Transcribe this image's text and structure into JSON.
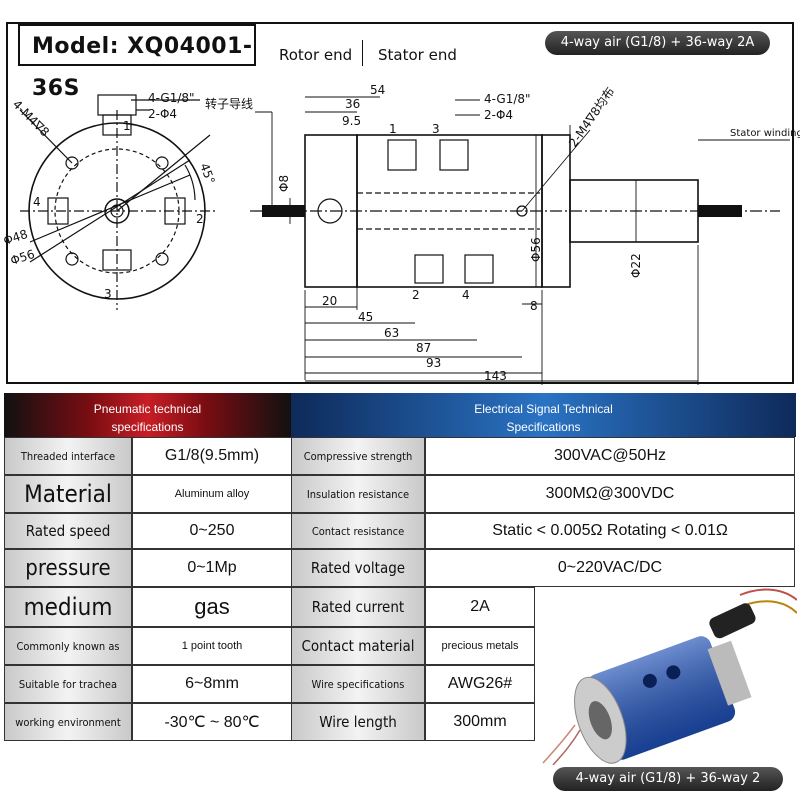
{
  "header": {
    "model": "Model: XQ04001-36S",
    "rotor_end": "Rotor end",
    "stator_end": "Stator end",
    "badge": "4-way air (G1/8) + 36-way 2A"
  },
  "drawing": {
    "left_view": {
      "holes_callout": "4-M4∇8",
      "port_callout_1": "4-G1/8\"",
      "port_callout_2": "2-Φ4",
      "rotor_wire": "转子导线",
      "angle": "45°",
      "dia_48": "Φ48",
      "dia_56": "Φ56",
      "ports": [
        "1",
        "2",
        "3",
        "4"
      ]
    },
    "side_view": {
      "port_callout_1": "4-G1/8\"",
      "port_callout_2": "2-Φ4",
      "holes_callout": "2-M4∇8均布",
      "stator_winding": "Stator winding",
      "dims": {
        "d54": "54",
        "d36": "36",
        "d9_5": "9.5",
        "d8_shaft": "Φ8",
        "d56": "Φ56",
        "d22": "Φ22",
        "d20": "20",
        "d45": "45",
        "d63": "63",
        "d87": "87",
        "d93": "93",
        "d143": "143",
        "d8": "8"
      },
      "ports": [
        "1",
        "3",
        "2",
        "4"
      ]
    }
  },
  "table": {
    "pneumatic_header": "Pneumatic technical specifications",
    "electrical_header": "Electrical Signal Technical Specifications",
    "rows": [
      {
        "l1": "Threaded interface",
        "v1": "G1/8(9.5mm)",
        "l2": "Compressive strength",
        "v2": "300VAC@50Hz"
      },
      {
        "l1": "Material",
        "v1": "Aluminum alloy",
        "l2": "Insulation resistance",
        "v2": "300MΩ@300VDC"
      },
      {
        "l1": "Rated speed",
        "v1": "0~250",
        "l2": "Contact resistance",
        "v2": "Static < 0.005Ω Rotating < 0.01Ω"
      },
      {
        "l1": "pressure",
        "v1": "0~1Mp",
        "l2": "Rated voltage",
        "v2": "0~220VAC/DC"
      },
      {
        "l1": "medium",
        "v1": "gas",
        "l2": "Rated current",
        "v2": "2A"
      },
      {
        "l1": "Commonly known as",
        "v1": "1 point tooth",
        "l2": "Contact material",
        "v2": "precious metals"
      },
      {
        "l1": "Suitable for trachea",
        "v1": "6~8mm",
        "l2": "Wire specifications",
        "v2": "AWG26#"
      },
      {
        "l1": "working environment",
        "v1": "-30℃ ~ 80℃",
        "l2": "Wire length",
        "v2": "300mm"
      }
    ]
  },
  "footer_badge": "4-way air (G1/8) + 36-way 2"
}
